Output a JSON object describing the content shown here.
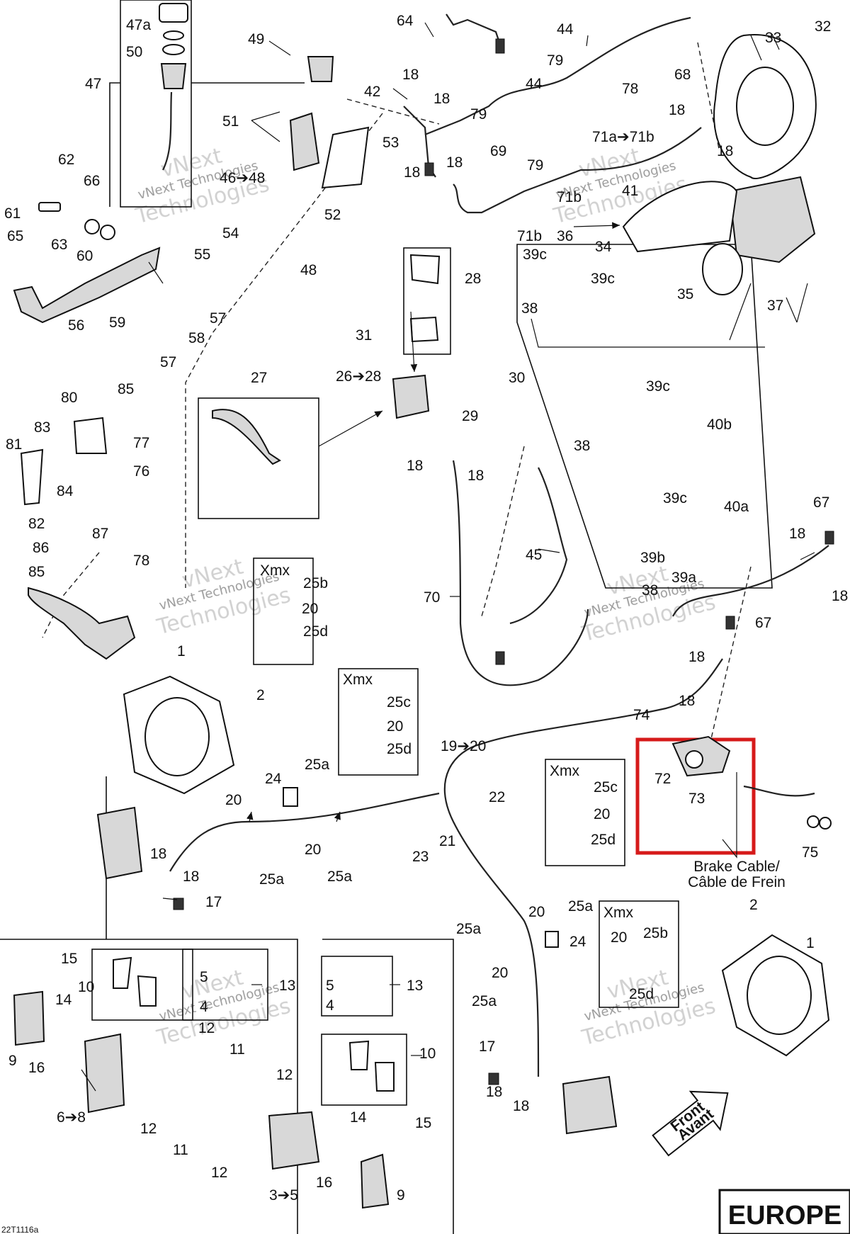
{
  "drawing_id": "22T1116a",
  "region_label": "EUROPE",
  "brake_cable_label": "Brake Cable/",
  "brake_cable_label_fr": "Câble de Frein",
  "front_arrow_label": "Front",
  "front_arrow_label_fr": "Avant",
  "watermark_line1": "vNext",
  "watermark_line2": "vNext Technologies",
  "watermark_line3": "Technologies",
  "xmx_label": "Xmx",
  "highlight_color": "#d61a1a",
  "labels": {
    "l47a": "47a",
    "l50": "50",
    "l47": "47",
    "l49": "49",
    "l51": "51",
    "l46_48": "46➔48",
    "l53": "53",
    "l52": "52",
    "l64": "64",
    "l44a": "44",
    "l79a": "79",
    "l78": "78",
    "l33": "33",
    "l32": "32",
    "l68": "68",
    "l18_top1": "18",
    "l18_top2": "18",
    "l42": "42",
    "l79b": "79",
    "l44b": "44",
    "l69": "69",
    "l18_top3": "18",
    "l18_top4": "18",
    "l79c": "79",
    "l71a": "71a➔71b",
    "l18_top5": "18",
    "l18_top6": "18",
    "l41": "41",
    "l71b_a": "71b",
    "l71b_b": "71b",
    "l36": "36",
    "l34": "34",
    "l35": "35",
    "l37": "37",
    "l62": "62",
    "l66": "66",
    "l61": "61",
    "l65": "65",
    "l63": "63",
    "l60": "60",
    "l54": "54",
    "l55": "55",
    "l48": "48",
    "l59": "59",
    "l57a": "57",
    "l58": "58",
    "l57b": "57",
    "l56": "56",
    "l28": "28",
    "l39c_a": "39c",
    "l39c_b": "39c",
    "l38a": "38",
    "l31": "31",
    "l26_28": "26➔28",
    "l30": "30",
    "l29": "29",
    "l27": "27",
    "l39c_c": "39c",
    "l40b": "40b",
    "l38b": "38",
    "l18_mid1": "18",
    "l18_mid2": "18",
    "l39c_d": "39c",
    "l40a": "40a",
    "l39b": "39b",
    "l39a": "39a",
    "l38c": "38",
    "l45": "45",
    "l70": "70",
    "l80": "80",
    "l85a": "85",
    "l83": "83",
    "l81": "81",
    "l77": "77",
    "l84": "84",
    "l76": "76",
    "l82": "82",
    "l87": "87",
    "l86": "86",
    "l85b": "85",
    "l78b": "78",
    "l67a": "67",
    "l18_r1": "18",
    "l18_r2": "18",
    "l67b": "67",
    "l18_r3": "18",
    "l18_r4": "18",
    "l25b_a": "25b",
    "l20_a": "20",
    "l25d_a": "25d",
    "l25c_a": "25c",
    "l20_b": "20",
    "l25d_b": "25d",
    "l1a": "1",
    "l2a": "2",
    "l19_20": "19➔20",
    "l74": "74",
    "l72": "72",
    "l73": "73",
    "l75": "75",
    "l25a_a": "25a",
    "l24a": "24",
    "l22": "22",
    "l21": "21",
    "l23": "23",
    "l25c_b": "25c",
    "l20_c": "20",
    "l25d_c": "25d",
    "l20_d": "20",
    "l20_e": "20",
    "l25a_b": "25a",
    "l25a_c": "25a",
    "l18_b1": "18",
    "l18_b2": "18",
    "l17a": "17",
    "l25a_d": "25a",
    "l20_f": "20",
    "l25a_e": "25a",
    "l24b": "24",
    "l20_g": "20",
    "l25b_b": "25b",
    "l20_h": "20",
    "l25a_f": "25a",
    "l25d_d": "25d",
    "l2b": "2",
    "l1b": "1",
    "l15a": "15",
    "l10a": "10",
    "l5a": "5",
    "l13a": "13",
    "l4a": "4",
    "l14a": "14",
    "l12a": "12",
    "l9a": "9",
    "l16a": "16",
    "l11a": "11",
    "l12b": "12",
    "l6_8": "6➔8",
    "l12c": "12",
    "l11b": "11",
    "l12d": "12",
    "l5b": "5",
    "l13b": "13",
    "l4b": "4",
    "l10b": "10",
    "l14b": "14",
    "l15b": "15",
    "l3_5": "3➔5",
    "l16b": "16",
    "l9b": "9",
    "l17b": "17",
    "l18_b3": "18",
    "l18_b4": "18"
  }
}
